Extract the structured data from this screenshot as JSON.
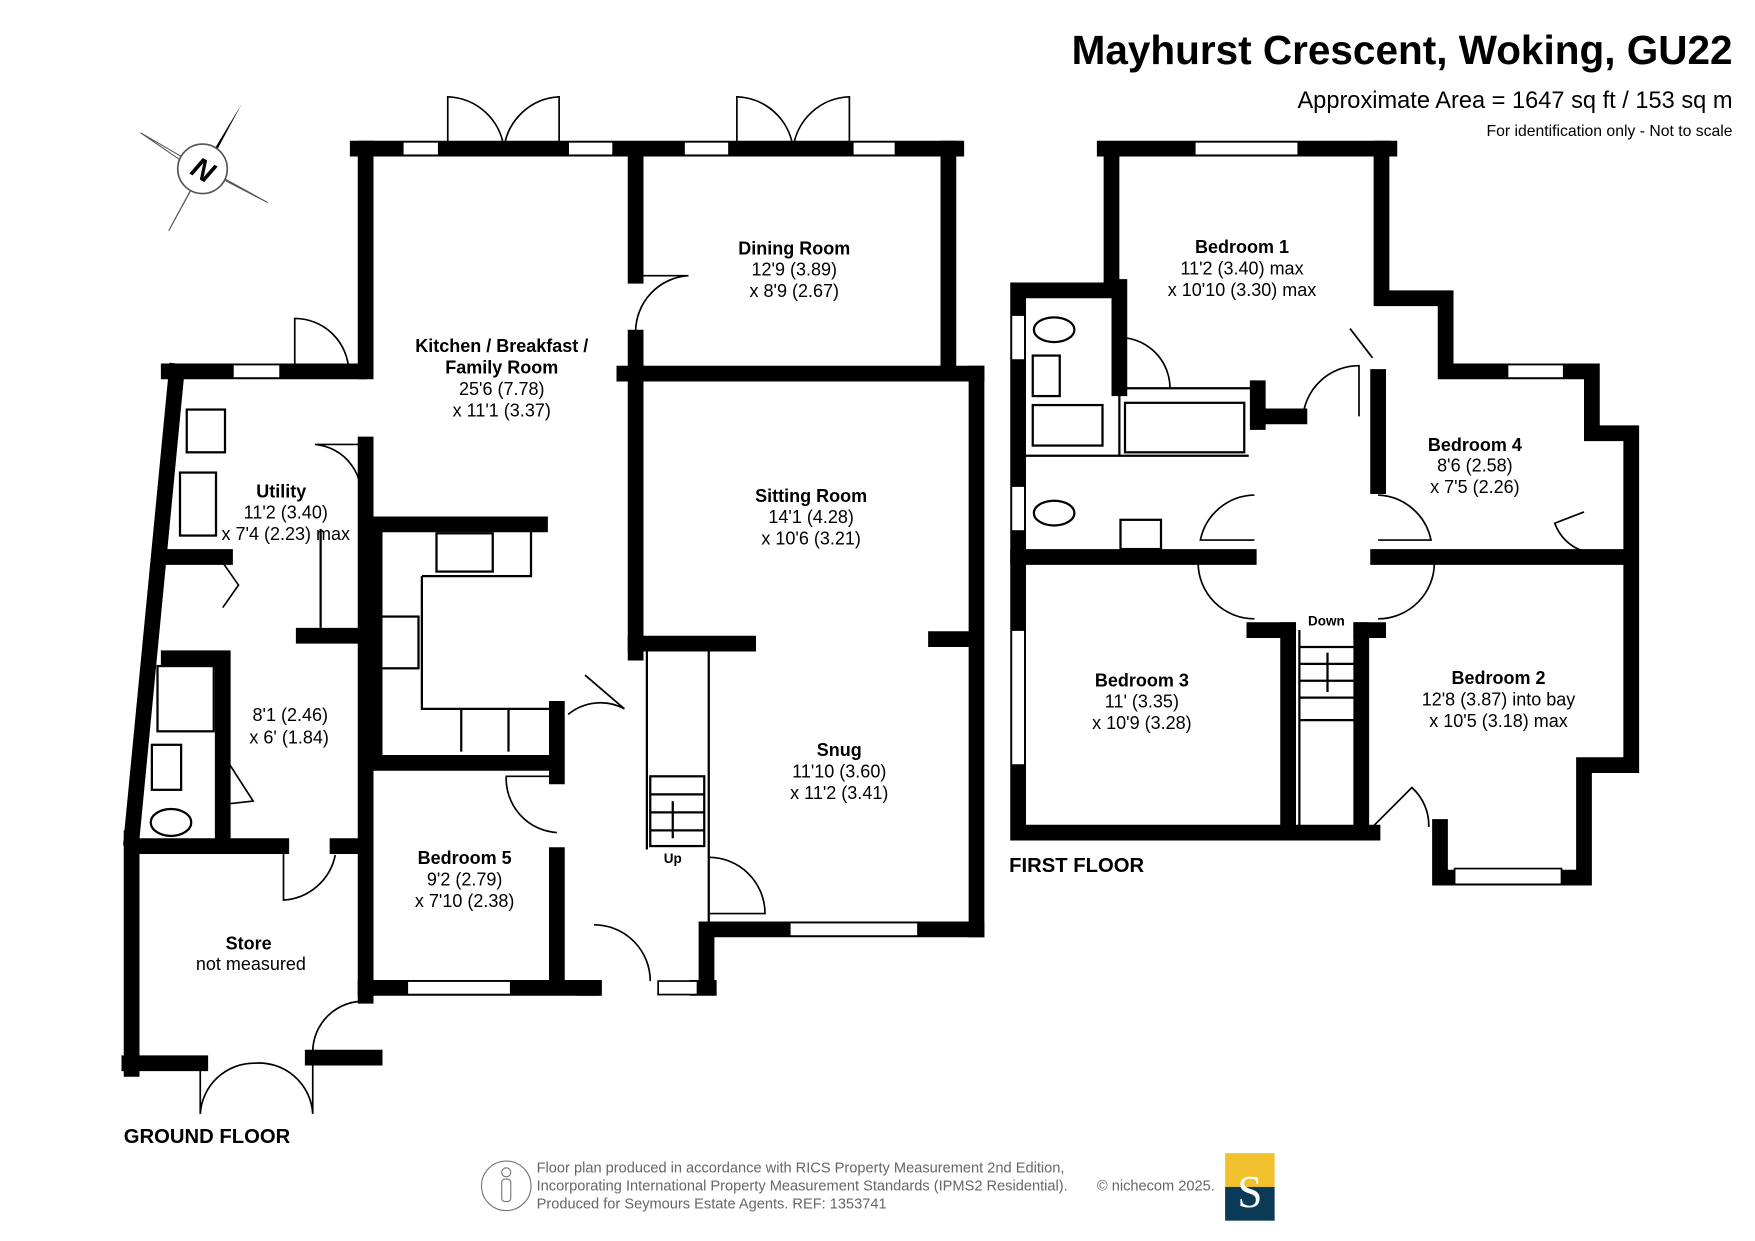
{
  "header": {
    "title": "Mayhurst Crescent, Woking, GU22",
    "area": "Approximate Area = 1647 sq ft / 153 sq m",
    "disclaimer": "For identification only - Not to scale"
  },
  "compass": {
    "label": "N"
  },
  "floors": {
    "ground": "GROUND FLOOR",
    "first": "FIRST FLOOR"
  },
  "stairs": {
    "up": "Up",
    "down": "Down"
  },
  "rooms": {
    "kitchen": {
      "name": [
        "Kitchen / Breakfast /",
        "Family Room"
      ],
      "dims": [
        "25'6 (7.78)",
        "x 11'1 (3.37)"
      ]
    },
    "dining": {
      "name": "Dining Room",
      "dims": [
        "12'9 (3.89)",
        "x 8'9 (2.67)"
      ]
    },
    "utility": {
      "name": "Utility",
      "dims": [
        "11'2 (3.40)",
        "x 7'4 (2.23) max"
      ]
    },
    "shower": {
      "dims": [
        "8'1 (2.46)",
        "x 6' (1.84)"
      ]
    },
    "sitting": {
      "name": "Sitting Room",
      "dims": [
        "14'1 (4.28)",
        "x 10'6 (3.21)"
      ]
    },
    "snug": {
      "name": "Snug",
      "dims": [
        "11'10 (3.60)",
        "x 11'2 (3.41)"
      ]
    },
    "bedroom5": {
      "name": "Bedroom 5",
      "dims": [
        "9'2 (2.79)",
        "x 7'10 (2.38)"
      ]
    },
    "store": {
      "name": "Store",
      "dims": [
        "not measured"
      ]
    },
    "bedroom1": {
      "name": "Bedroom 1",
      "dims": [
        "11'2 (3.40) max",
        "x 10'10 (3.30) max"
      ]
    },
    "bedroom4": {
      "name": "Bedroom 4",
      "dims": [
        "8'6 (2.58)",
        "x 7'5 (2.26)"
      ]
    },
    "bedroom3": {
      "name": "Bedroom 3",
      "dims": [
        "11' (3.35)",
        "x 10'9 (3.28)"
      ]
    },
    "bedroom2": {
      "name": "Bedroom 2",
      "dims": [
        "12'8 (3.87) into bay",
        "x 10'5 (3.18) max"
      ]
    }
  },
  "footer": {
    "lines": [
      "Floor plan produced in accordance with RICS Property Measurement 2nd Edition,",
      "Incorporating International Property Measurement Standards (IPMS2 Residential).",
      "Produced for Seymours Estate Agents.   REF: 1353741"
    ],
    "copyright": "© nichecom 2025.",
    "logo_letter": "S",
    "logo_colors": {
      "top": "#F2C12E",
      "bottom": "#0B3A56"
    }
  }
}
